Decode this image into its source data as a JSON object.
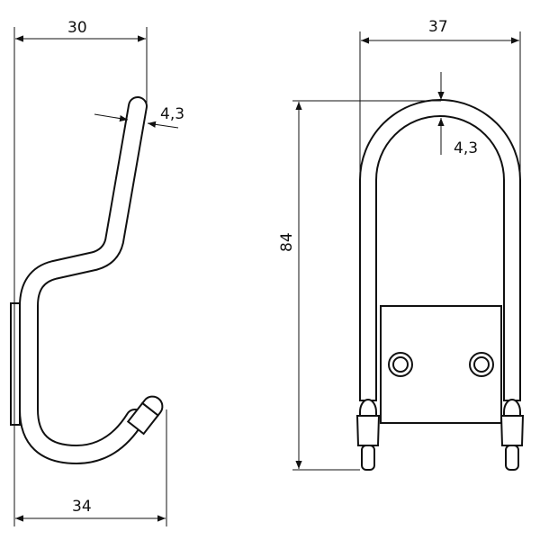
{
  "side_view": {
    "width_top": "30",
    "wire_diameter": "4,3",
    "width_bottom": "34"
  },
  "front_view": {
    "width": "37",
    "height": "84",
    "wire_diameter": "4,3"
  }
}
